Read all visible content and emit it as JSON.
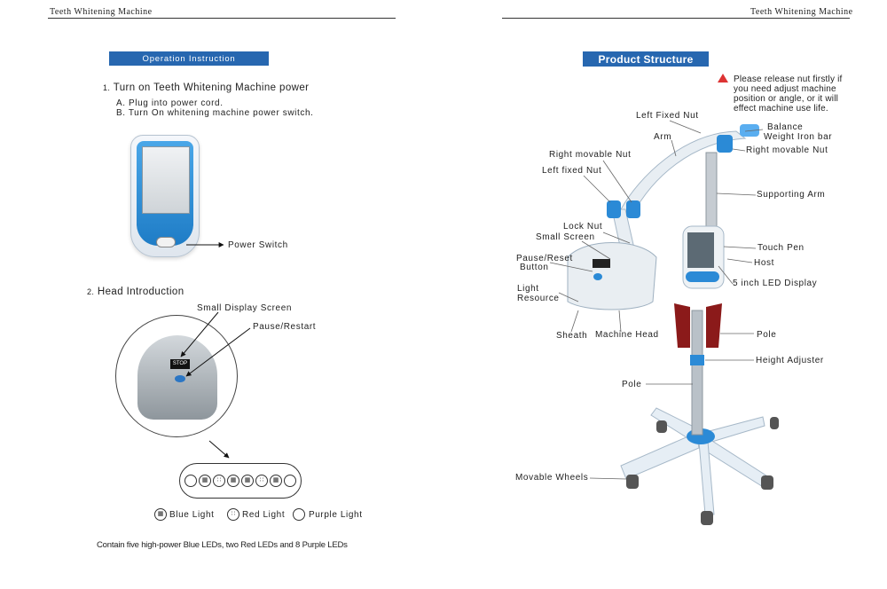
{
  "left_page": {
    "header": "Teeth  Whitening  Machine",
    "banner": "Operation  Instruction",
    "step1": {
      "number": "1.",
      "title": "Turn on Teeth Whitening Machine power",
      "a": "A.  Plug into power cord.",
      "b": "B.  Turn On whitening   machine power switch."
    },
    "power_switch_label": "Power  Switch",
    "step2": {
      "number": "2.",
      "title": "Head Introduction"
    },
    "small_display_label": "Small  Display  Screen",
    "pause_restart_label": "Pause/Restart",
    "stop_text": "STOP",
    "legend": {
      "blue": "Blue  Light",
      "red": "Red  Light",
      "purple": "Purple  Light"
    },
    "footnote": "Contain five high-power  Blue LEDs,   two Red LEDs  and  8  Purple LEDs"
  },
  "right_page": {
    "header": "Teeth  Whitening  Machine",
    "banner": "Product Structure",
    "warning": [
      "Please release nut firstly if",
      "you need adjust machine",
      "position or angle, or it will",
      "effect machine use life."
    ],
    "labels": {
      "left_fixed_nut": "Left  Fixed  Nut",
      "arm": "Arm",
      "right_movable_nut": "Right  movable  Nut",
      "left_fixed_nut_2": "Left  fixed  Nut",
      "balance": "Balance",
      "weight_iron_bar": "Weight  Iron  bar",
      "right_movable_nut_2": "Right  movable Nut",
      "supporting_arm": "Supporting  Arm",
      "lock_nut": "Lock  Nut",
      "small_screen": "Small  Screen",
      "touch_pen": "Touch  Pen",
      "host": "Host",
      "pause_reset": "Pause/Reset",
      "button": "Button",
      "led_display": "5  inch  LED  Display",
      "light": "Light",
      "resource": "Resource",
      "sheath": "Sheath",
      "machine_head": "Machine  Head",
      "pole": "Pole",
      "height_adjuster": "Height  Adjuster",
      "pole_2": "Pole",
      "movable_wheels": "Movable  Wheels"
    }
  },
  "colors": {
    "banner": "#2767b0",
    "device_blue": "#2b8ad6",
    "warning": "#d33333"
  }
}
